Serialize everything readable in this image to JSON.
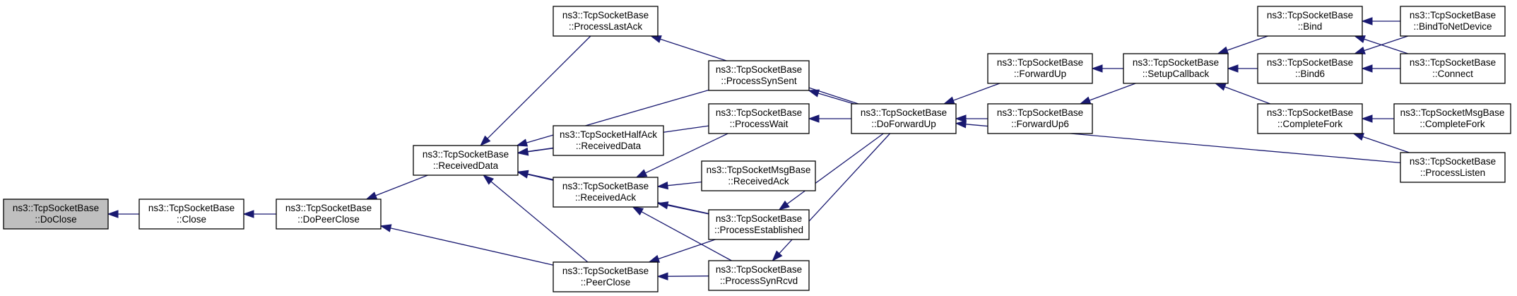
{
  "colors": {
    "edge": "#191970",
    "highlight_fill": "#bfbfbf",
    "node_fill": "#ffffff",
    "node_stroke": "#000000"
  },
  "nodes": [
    {
      "id": "DoClose",
      "line1": "ns3::TcpSocketBase",
      "line2": "::DoClose",
      "highlight": true
    },
    {
      "id": "Close",
      "line1": "ns3::TcpSocketBase",
      "line2": "::Close"
    },
    {
      "id": "DoPeerClose",
      "line1": "ns3::TcpSocketBase",
      "line2": "::DoPeerClose"
    },
    {
      "id": "ReceivedData",
      "line1": "ns3::TcpSocketBase",
      "line2": "::ReceivedData"
    },
    {
      "id": "ProcessLastAck",
      "line1": "ns3::TcpSocketBase",
      "line2": "::ProcessLastAck"
    },
    {
      "id": "HalfAckReceivedData",
      "line1": "ns3::TcpSocketHalfAck",
      "line2": "::ReceivedData"
    },
    {
      "id": "ReceivedAck",
      "line1": "ns3::TcpSocketBase",
      "line2": "::ReceivedAck"
    },
    {
      "id": "PeerClose",
      "line1": "ns3::TcpSocketBase",
      "line2": "::PeerClose"
    },
    {
      "id": "ProcessSynSent",
      "line1": "ns3::TcpSocketBase",
      "line2": "::ProcessSynSent"
    },
    {
      "id": "ProcessWait",
      "line1": "ns3::TcpSocketBase",
      "line2": "::ProcessWait"
    },
    {
      "id": "MsgBaseReceivedAck",
      "line1": "ns3::TcpSocketMsgBase",
      "line2": "::ReceivedAck"
    },
    {
      "id": "ProcessEstablished",
      "line1": "ns3::TcpSocketBase",
      "line2": "::ProcessEstablished"
    },
    {
      "id": "ProcessSynRcvd",
      "line1": "ns3::TcpSocketBase",
      "line2": "::ProcessSynRcvd"
    },
    {
      "id": "DoForwardUp",
      "line1": "ns3::TcpSocketBase",
      "line2": "::DoForwardUp"
    },
    {
      "id": "ForwardUp",
      "line1": "ns3::TcpSocketBase",
      "line2": "::ForwardUp"
    },
    {
      "id": "ForwardUp6",
      "line1": "ns3::TcpSocketBase",
      "line2": "::ForwardUp6"
    },
    {
      "id": "SetupCallback",
      "line1": "ns3::TcpSocketBase",
      "line2": "::SetupCallback"
    },
    {
      "id": "Bind",
      "line1": "ns3::TcpSocketBase",
      "line2": "::Bind"
    },
    {
      "id": "Bind6",
      "line1": "ns3::TcpSocketBase",
      "line2": "::Bind6"
    },
    {
      "id": "CompleteFork",
      "line1": "ns3::TcpSocketBase",
      "line2": "::CompleteFork"
    },
    {
      "id": "BindToNetDevice",
      "line1": "ns3::TcpSocketBase",
      "line2": "::BindToNetDevice"
    },
    {
      "id": "Connect",
      "line1": "ns3::TcpSocketBase",
      "line2": "::Connect"
    },
    {
      "id": "MsgBaseCompleteFork",
      "line1": "ns3::TcpSocketMsgBase",
      "line2": "::CompleteFork"
    },
    {
      "id": "ProcessListen",
      "line1": "ns3::TcpSocketBase",
      "line2": "::ProcessListen"
    }
  ],
  "edges": [
    {
      "from": "Close",
      "to": "DoClose"
    },
    {
      "from": "DoPeerClose",
      "to": "Close"
    },
    {
      "from": "ReceivedData",
      "to": "DoPeerClose"
    },
    {
      "from": "PeerClose",
      "to": "DoPeerClose"
    },
    {
      "from": "ProcessLastAck",
      "to": "ReceivedData"
    },
    {
      "from": "ProcessSynSent",
      "to": "ReceivedData"
    },
    {
      "from": "ProcessWait",
      "to": "ReceivedData"
    },
    {
      "from": "HalfAckReceivedData",
      "to": "ReceivedData"
    },
    {
      "from": "ReceivedAck",
      "to": "ReceivedData"
    },
    {
      "from": "ProcessEstablished",
      "to": "ReceivedData"
    },
    {
      "from": "PeerClose",
      "to": "ReceivedData"
    },
    {
      "from": "MsgBaseReceivedAck",
      "to": "ReceivedAck"
    },
    {
      "from": "ProcessEstablished",
      "to": "ReceivedAck"
    },
    {
      "from": "ProcessSynRcvd",
      "to": "ReceivedAck"
    },
    {
      "from": "ProcessWait",
      "to": "ReceivedAck"
    },
    {
      "from": "ProcessEstablished",
      "to": "PeerClose"
    },
    {
      "from": "ProcessSynRcvd",
      "to": "PeerClose"
    },
    {
      "from": "DoForwardUp",
      "to": "ProcessLastAck"
    },
    {
      "from": "DoForwardUp",
      "to": "ProcessSynSent"
    },
    {
      "from": "DoForwardUp",
      "to": "ProcessWait"
    },
    {
      "from": "DoForwardUp",
      "to": "ProcessEstablished"
    },
    {
      "from": "DoForwardUp",
      "to": "ProcessSynRcvd"
    },
    {
      "from": "ForwardUp",
      "to": "DoForwardUp"
    },
    {
      "from": "ForwardUp6",
      "to": "DoForwardUp"
    },
    {
      "from": "ProcessListen",
      "to": "DoForwardUp"
    },
    {
      "from": "SetupCallback",
      "to": "ForwardUp"
    },
    {
      "from": "SetupCallback",
      "to": "ForwardUp6"
    },
    {
      "from": "Bind",
      "to": "SetupCallback"
    },
    {
      "from": "Bind6",
      "to": "SetupCallback"
    },
    {
      "from": "CompleteFork",
      "to": "SetupCallback"
    },
    {
      "from": "BindToNetDevice",
      "to": "Bind"
    },
    {
      "from": "Connect",
      "to": "Bind"
    },
    {
      "from": "BindToNetDevice",
      "to": "Bind6"
    },
    {
      "from": "Connect",
      "to": "Bind6"
    },
    {
      "from": "MsgBaseCompleteFork",
      "to": "CompleteFork"
    },
    {
      "from": "ProcessListen",
      "to": "CompleteFork"
    }
  ]
}
